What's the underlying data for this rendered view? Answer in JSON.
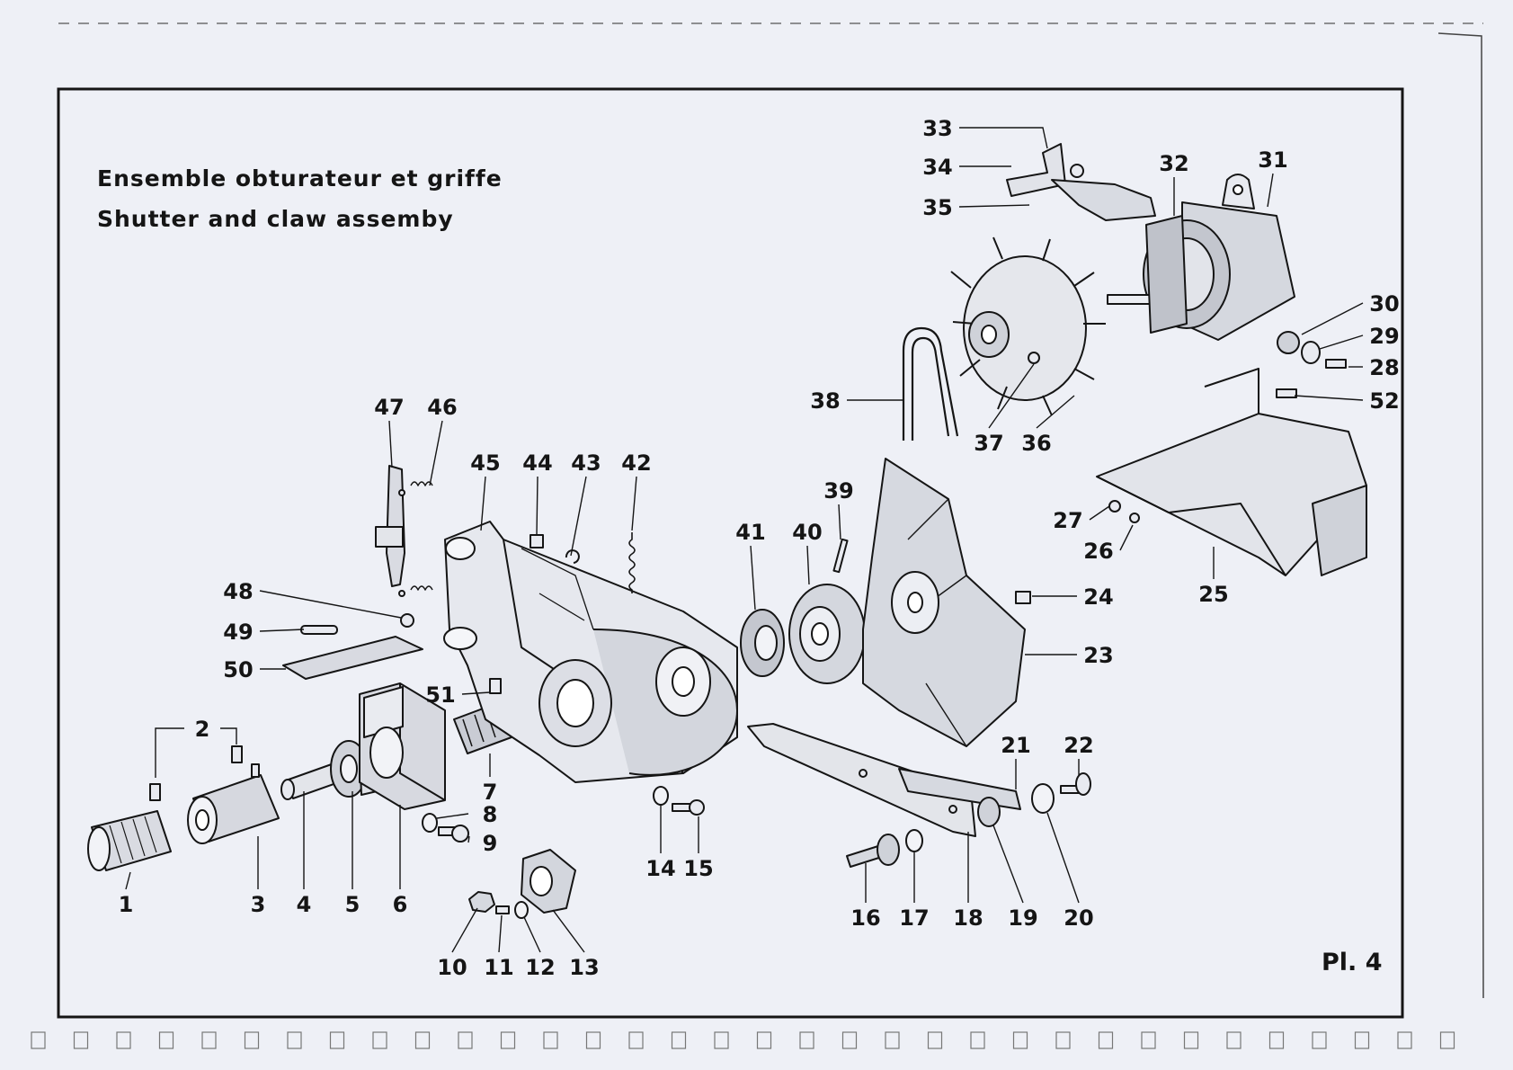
{
  "titles": {
    "french": "Ensemble obturateur et griffe",
    "english": "Shutter and claw assemby"
  },
  "plate": "Pl. 4",
  "callouts": [
    "1",
    "2",
    "3",
    "4",
    "5",
    "6",
    "7",
    "8",
    "9",
    "10",
    "11",
    "12",
    "13",
    "14",
    "15",
    "16",
    "17",
    "18",
    "19",
    "20",
    "21",
    "22",
    "23",
    "24",
    "25",
    "26",
    "27",
    "28",
    "29",
    "30",
    "31",
    "32",
    "33",
    "34",
    "35",
    "36",
    "37",
    "38",
    "39",
    "40",
    "41",
    "42",
    "43",
    "44",
    "45",
    "46",
    "47",
    "48",
    "49",
    "50",
    "51",
    "52"
  ],
  "colors": {
    "ink": "#151515",
    "paper": "#eef0f6",
    "shade": "#b9bcc4"
  }
}
